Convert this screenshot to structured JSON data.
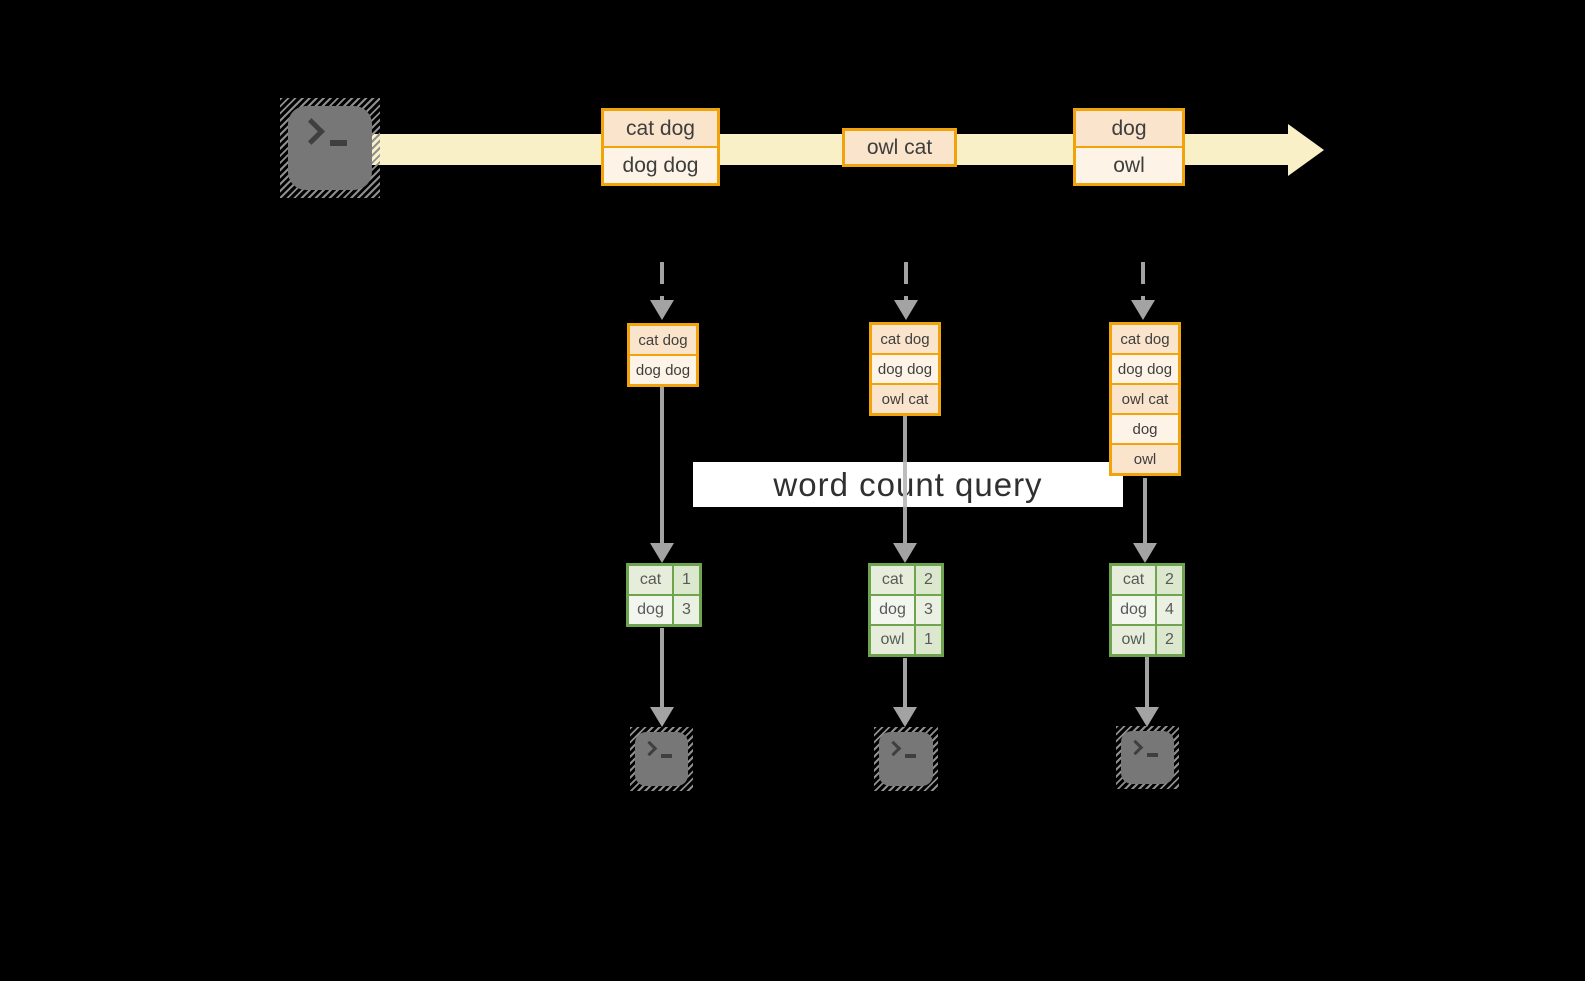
{
  "banner": {
    "label": "word count query"
  },
  "stream": {
    "source_icon": "terminal-icon",
    "events": [
      {
        "rows": [
          "cat dog",
          "dog dog"
        ]
      },
      {
        "rows": [
          "owl cat"
        ]
      },
      {
        "rows": [
          "dog",
          "owl"
        ]
      }
    ]
  },
  "columns": [
    {
      "batch": {
        "rows": [
          "cat dog",
          "dog dog"
        ]
      },
      "result": {
        "rows": [
          {
            "word": "cat",
            "count": "1"
          },
          {
            "word": "dog",
            "count": "3"
          }
        ]
      },
      "sink_icon": "terminal-icon"
    },
    {
      "batch": {
        "rows": [
          "cat dog",
          "dog dog",
          "owl cat"
        ]
      },
      "result": {
        "rows": [
          {
            "word": "cat",
            "count": "2"
          },
          {
            "word": "dog",
            "count": "3"
          },
          {
            "word": "owl",
            "count": "1"
          }
        ]
      },
      "sink_icon": "terminal-icon"
    },
    {
      "batch": {
        "rows": [
          "cat dog",
          "dog dog",
          "owl cat",
          "dog",
          "owl"
        ]
      },
      "result": {
        "rows": [
          {
            "word": "cat",
            "count": "2"
          },
          {
            "word": "dog",
            "count": "4"
          },
          {
            "word": "owl",
            "count": "2"
          }
        ]
      },
      "sink_icon": "terminal-icon"
    }
  ],
  "colors": {
    "background": "#000000",
    "stream_band": "#FAF0C8",
    "event_border": "#F0A30A",
    "event_fill_dark": "#FAE4CB",
    "event_fill_light": "#FDF3E6",
    "result_border": "#6FA44E",
    "result_fill_dark_word": "#E6EDDB",
    "result_fill_dark_count": "#DBE8CE",
    "result_fill_light_word": "#F3F6EF",
    "result_fill_light_count": "#EAF1E3",
    "arrow_gray": "#A3A3A3",
    "terminal_gray": "#777777",
    "banner_bg": "#FFFFFF",
    "banner_text": "#303030"
  }
}
